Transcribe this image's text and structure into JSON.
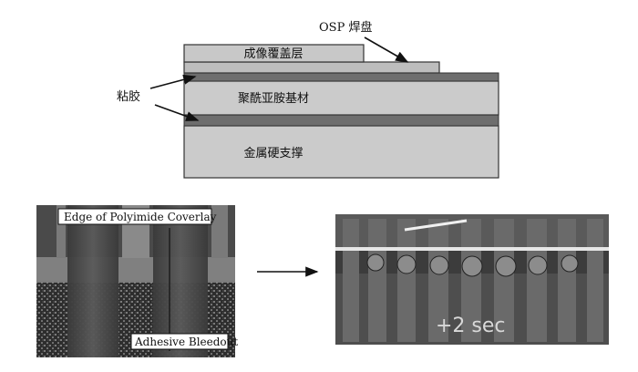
{
  "diagram": {
    "layers": {
      "coverlay": "成像覆盖层",
      "substrate": "聚酰亚胺基材",
      "stiffener": "金属硬支撑"
    },
    "callouts": {
      "osp_pad": "OSP 焊盘",
      "adhesive": "粘胶"
    }
  },
  "photos": {
    "left": {
      "top_label": "Edge of Polyimide Coverlay",
      "bottom_label": "Adhesive Bleedout"
    },
    "right": {
      "overlay": "+2 sec"
    }
  },
  "colors": {
    "layer_fill": "#c8c8c8",
    "adhesive_fill": "#6e6e6e",
    "outline": "#333333"
  }
}
